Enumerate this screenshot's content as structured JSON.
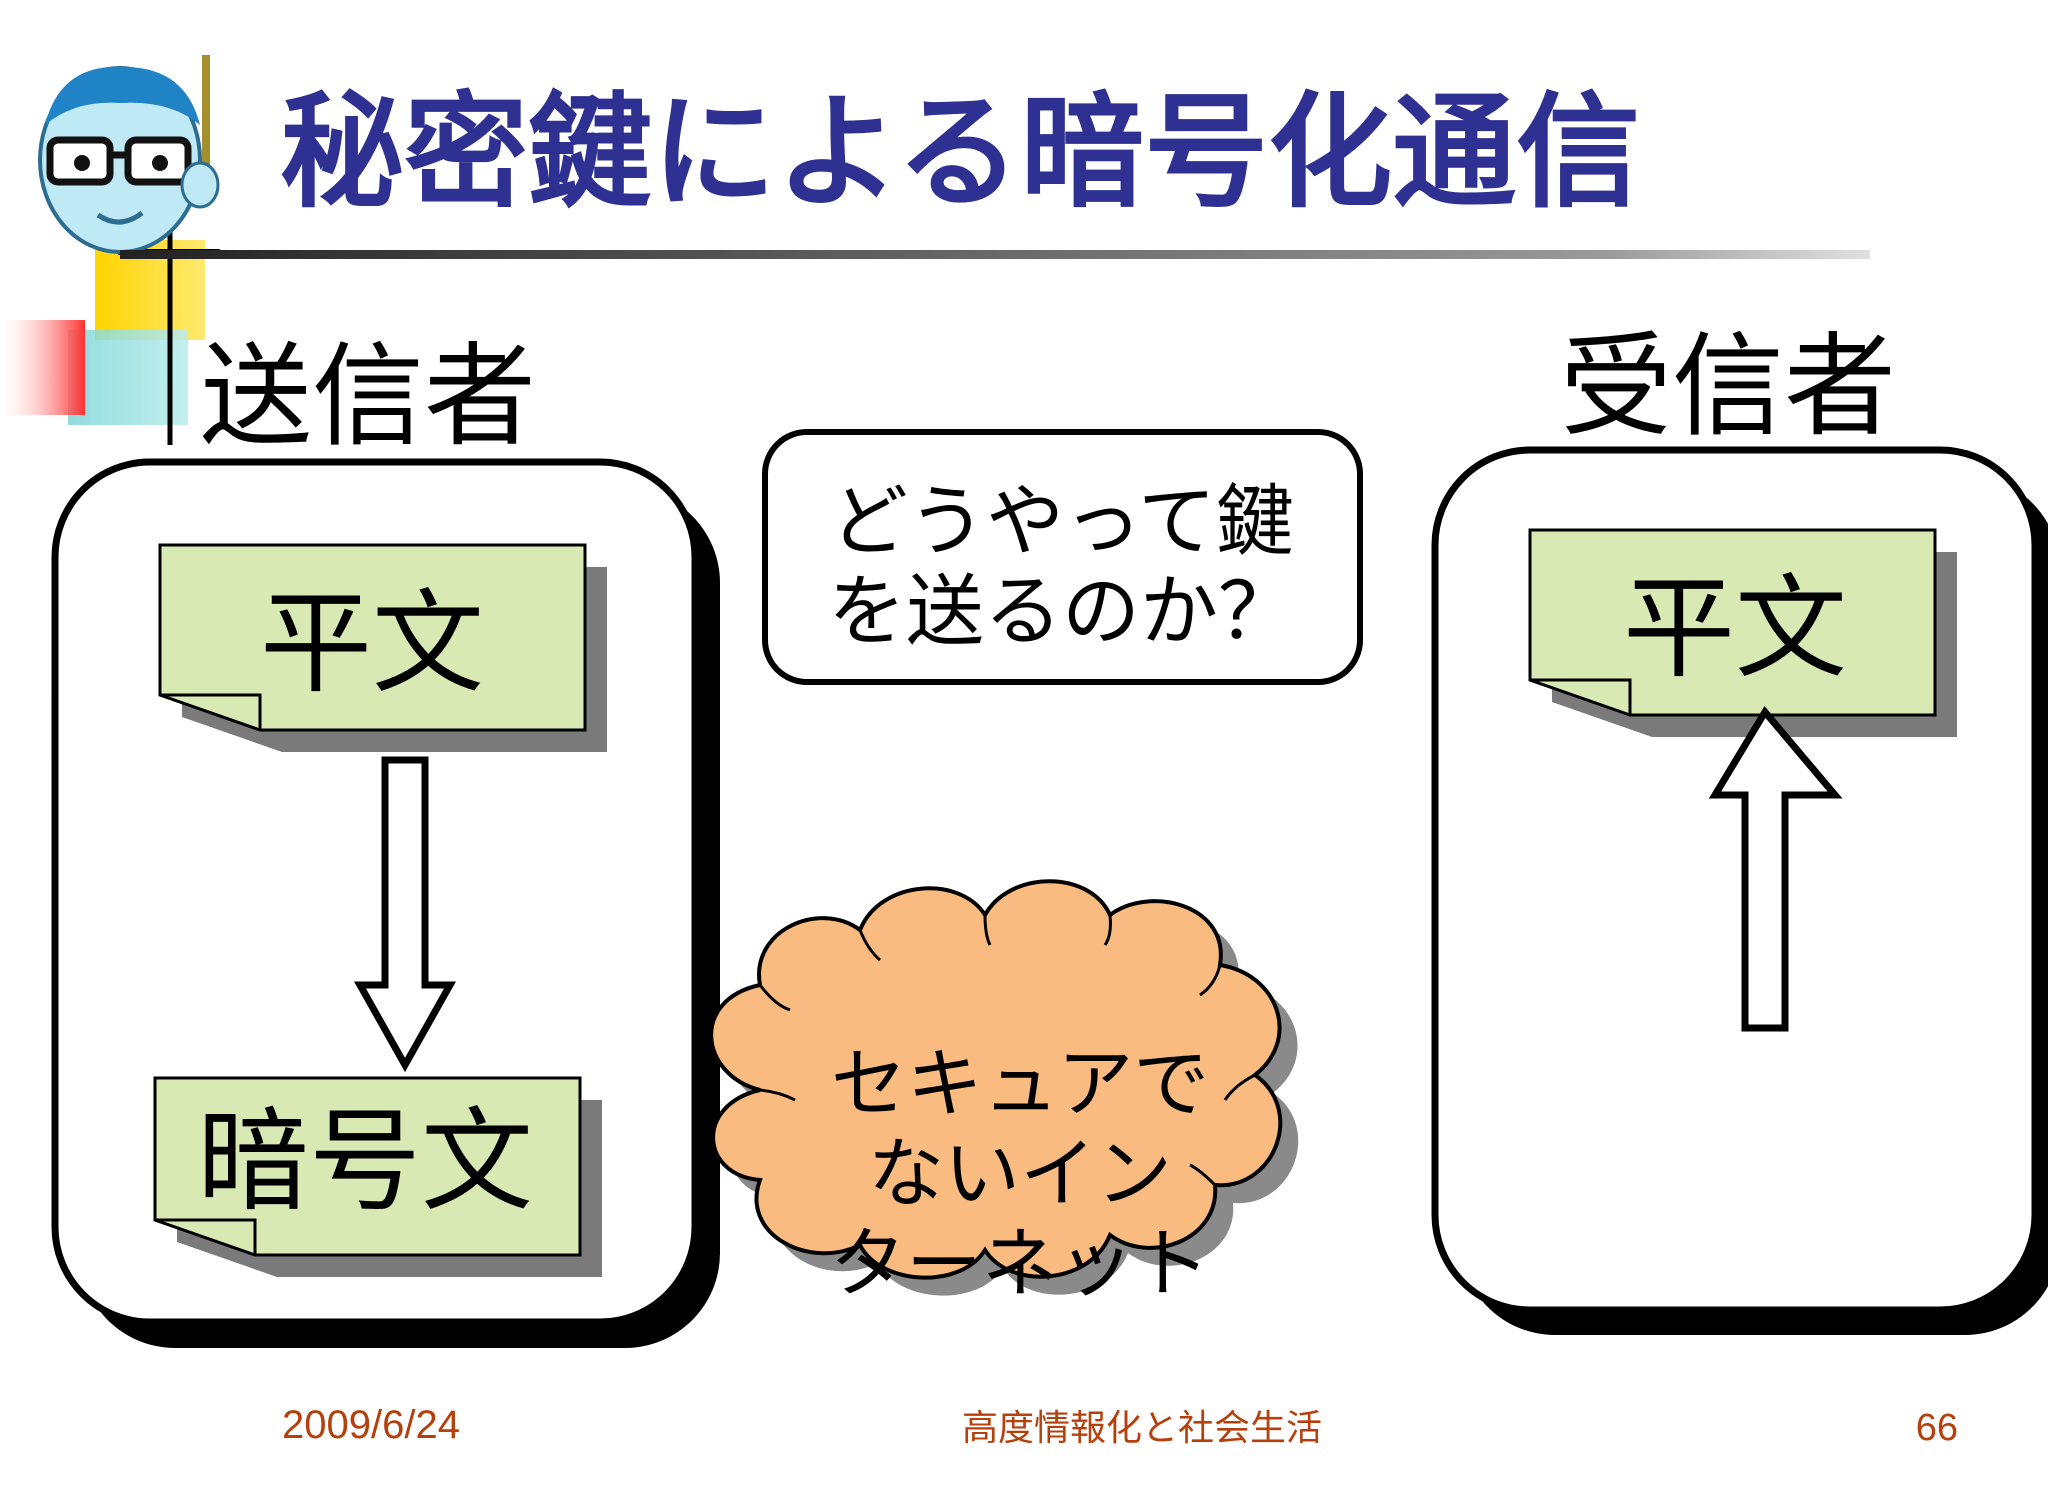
{
  "title": "秘密鍵による暗号化通信",
  "sender": {
    "label": "送信者",
    "plaintext": "平文",
    "ciphertext": "暗号文"
  },
  "receiver": {
    "label": "受信者",
    "plaintext": "平文"
  },
  "question": {
    "line1": "どうやって鍵",
    "line2": "を送るのか？"
  },
  "cloud": {
    "line1": "セキュアで",
    "line2": "ないイン",
    "line3": "ターネット"
  },
  "footer": {
    "date": "2009/6/24",
    "course": "高度情報化と社会生活",
    "page": "66"
  },
  "colors": {
    "title": "#2e3192",
    "note_fill": "#d9e9b3",
    "cloud_fill": "#f9bb80",
    "footer_date": "#b5400c",
    "footer_course": "#b5400c",
    "accent_yellow": "#ffd700",
    "accent_red": "#ff4040",
    "accent_cyan": "#8ddcdc"
  },
  "icons": {
    "mascot": "teacher-face-with-glasses-icon"
  }
}
